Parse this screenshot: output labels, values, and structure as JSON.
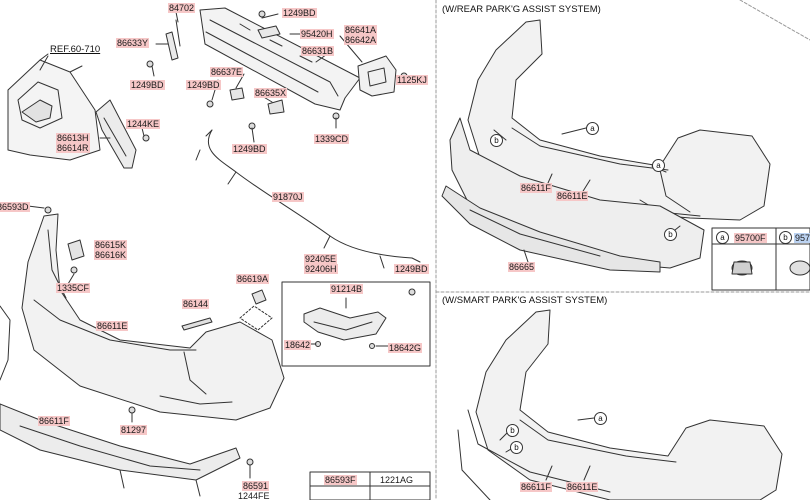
{
  "left": {
    "ref": "REF.60-710",
    "labels": {
      "p84702": "84702",
      "p1249bd_a": "1249BD",
      "p86633y": "86633Y",
      "p95420h": "95420H",
      "p86641a": "86641A",
      "p86642a": "86642A",
      "p86631b": "86631B",
      "p86637e": "86637E",
      "p1249bd_b": "1249BD",
      "p1249bd_c": "1249BD",
      "p1125kj": "1125KJ",
      "p86635x": "86635X",
      "p1244ke": "1244KE",
      "p86613h": "86613H",
      "p86614r": "86614R",
      "p1339cd": "1339CD",
      "p1249bd_d": "1249BD",
      "p91870j": "91870J",
      "p86593d": "86593D",
      "p86615k": "86615K",
      "p86616k": "86616K",
      "p92405e": "92405E",
      "p92406h": "92406H",
      "p1249bd_e": "1249BD",
      "p1335cf": "1335CF",
      "p86619a": "86619A",
      "p91214b": "91214B",
      "p86144": "86144",
      "p86611e": "86611E",
      "p18642_a": "18642",
      "p18642g": "18642G",
      "p81297": "81297",
      "p86611f": "86611F",
      "p86591": "86591",
      "p1244fe": "1244FE"
    },
    "table": {
      "col1": "86593F",
      "col2": "1221AG"
    }
  },
  "rear_park": {
    "title": "(W/REAR PARK'G ASSIST SYSTEM)",
    "labels": {
      "p86611f": "86611F",
      "p86611e": "86611E",
      "p86665": "86665"
    },
    "callouts": {
      "a": "a",
      "b": "b"
    },
    "legend": {
      "a_code": "95700F",
      "b_code": "957"
    }
  },
  "smart_park": {
    "title": "(W/SMART PARK'G ASSIST SYSTEM)",
    "labels": {
      "p86611f": "86611F",
      "p86611e": "86611E"
    },
    "callouts": {
      "a": "a",
      "b": "b"
    }
  }
}
